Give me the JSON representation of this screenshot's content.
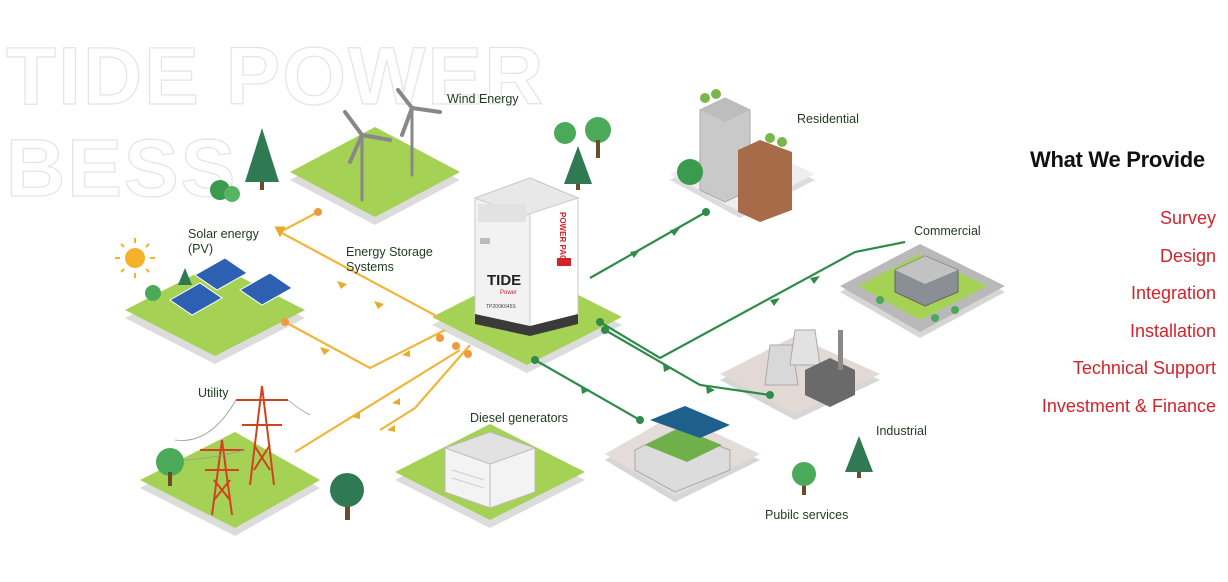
{
  "watermark": {
    "line1": "TIDE POWER",
    "line2": "BESS"
  },
  "nodes": {
    "wind": "Wind Energy",
    "solar": "Solar energy\n(PV)",
    "storage": "Energy Storage\nSystems",
    "utility": "Utility",
    "diesel": "Diesel generators",
    "residential": "Residential",
    "commercial": "Commercial",
    "industrial": "Industrial",
    "public": "Pubilc services"
  },
  "cabinet": {
    "brand_top": "TIDE",
    "brand_bottom": "Power",
    "side_text": "POWER PACK",
    "model": "TP200K645S"
  },
  "provide": {
    "title": "What We Provide",
    "items": [
      "Survey",
      "Design",
      "Integration",
      "Installation",
      "Technical Support",
      "Investment & Finance"
    ]
  },
  "colors": {
    "input_line": "#f2b53a",
    "output_line": "#2e8b4a",
    "grass": "#9ccc4e",
    "accent_red": "#d3222a"
  }
}
